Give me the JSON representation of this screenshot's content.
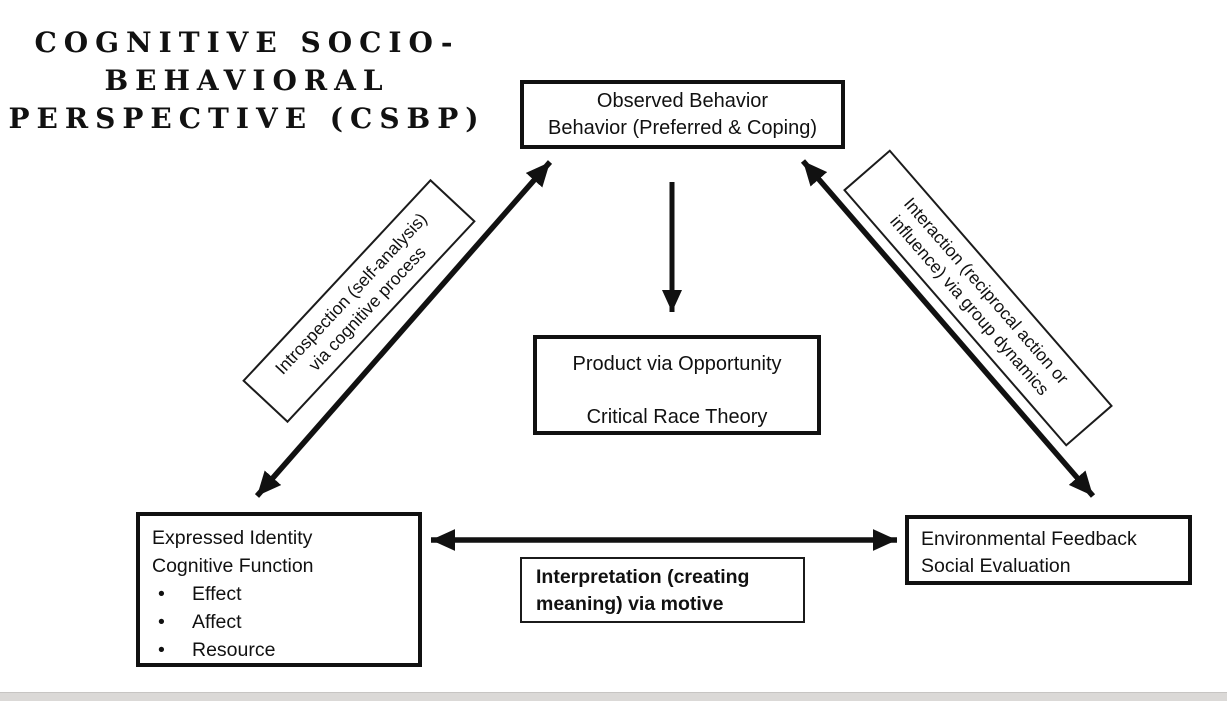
{
  "title": {
    "line1": "COGNITIVE SOCIO-",
    "line2": "BEHAVIORAL",
    "line3": "PERSPECTIVE (CSBP)"
  },
  "nodes": {
    "observed_behavior": {
      "line1": "Observed Behavior",
      "line2": "Behavior (Preferred & Coping)"
    },
    "product": {
      "line1": "Product via Opportunity",
      "line2": "Critical Race Theory"
    },
    "expressed_identity": {
      "line1": "Expressed Identity",
      "line2": "Cognitive Function",
      "bullets": [
        "Effect",
        "Affect",
        "Resource"
      ]
    },
    "environmental_feedback": {
      "line1": "Environmental Feedback",
      "line2": "Social Evaluation"
    }
  },
  "edge_labels": {
    "introspection": {
      "line1": "Introspection (self-analysis)",
      "line2": "via cognitive process"
    },
    "interaction": {
      "line1": "Interaction (reciprocal action or",
      "line2": "influence) via group dynamics"
    },
    "interpretation": {
      "line1": "Interpretation (creating",
      "line2": "meaning) via motive"
    }
  },
  "colors": {
    "ink": "#111111",
    "box_border": "#111111",
    "background": "#ffffff",
    "footer_bar": "#dbd9d7"
  }
}
